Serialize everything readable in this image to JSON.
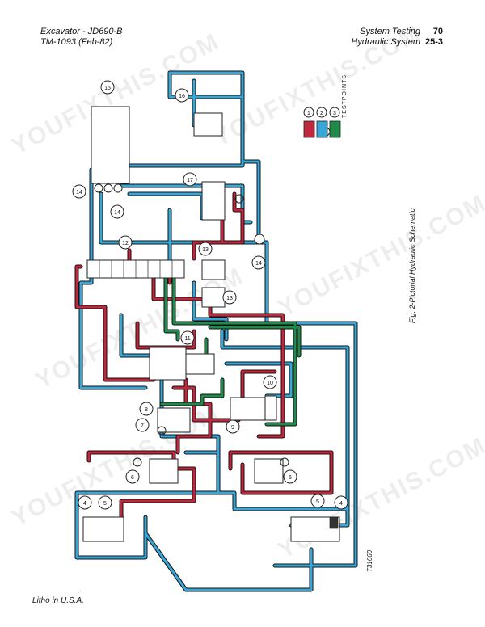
{
  "header": {
    "model": "Excavator - JD690-B",
    "manual": "TM-1093 (Feb-82)",
    "section": "System Testing",
    "section_num": "70",
    "subsection": "Hydraulic System",
    "subsection_num": "25-3"
  },
  "footer": {
    "litho": "Litho in U.S.A."
  },
  "figure": {
    "caption": "Fig. 2-Pictorial Hydraulic Schematic",
    "id": "T31660",
    "testpoints_label": "TESTPOINTS",
    "legend": [
      {
        "num": "1",
        "color": "#c0283e"
      },
      {
        "num": "2",
        "color": "#3aa6d6"
      },
      {
        "num": "3",
        "color": "#1f8a4a"
      }
    ],
    "callouts": [
      "15",
      "16",
      "17",
      "14",
      "14",
      "14",
      "12",
      "13",
      "13",
      "11",
      "10",
      "9",
      "8",
      "7",
      "6",
      "6",
      "5",
      "5",
      "4",
      "4"
    ]
  },
  "colors": {
    "red": "#c0283e",
    "blue": "#3aa6d6",
    "green": "#1f8a4a"
  },
  "watermark": "YOUFIXTHIS.COM"
}
